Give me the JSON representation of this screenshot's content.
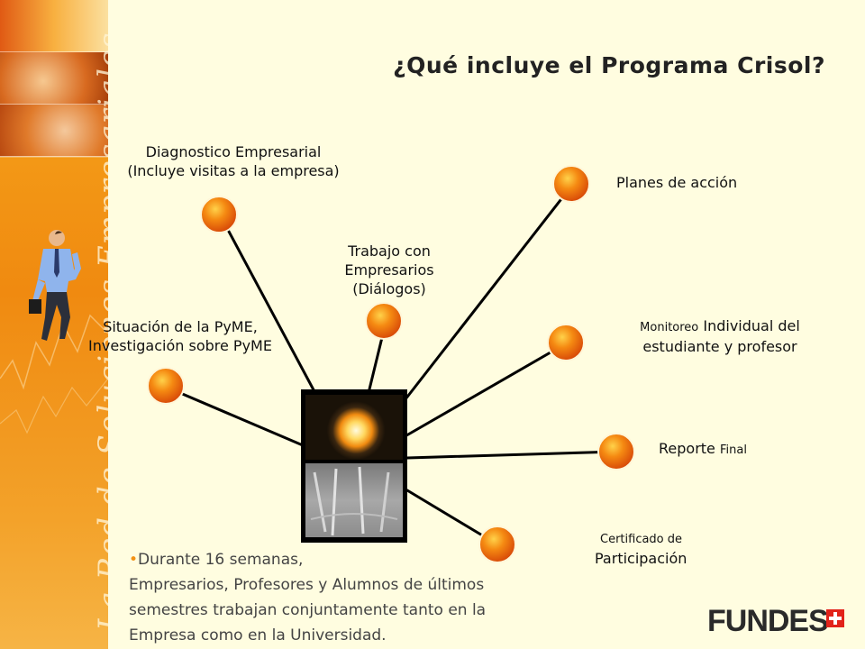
{
  "sidebar": {
    "vertical_text": "La Red de Soluciones Empresariales"
  },
  "title": "¿Qué incluye el Programa Crisol?",
  "nodes": [
    {
      "id": "diagnostico",
      "lines": [
        "Diagnostico Empresarial",
        "(Incluye visitas a la empresa)"
      ]
    },
    {
      "id": "trabajo",
      "lines": [
        "Trabajo con",
        "Empresarios",
        "(Diálogos)"
      ]
    },
    {
      "id": "situacion",
      "lines": [
        "Situación de la PyME,",
        "Investigación sobre PyME"
      ]
    },
    {
      "id": "planes",
      "lines": [
        "Planes de acción"
      ]
    },
    {
      "id": "monitoreo",
      "lines": [
        "Monitoreo",
        "Individual del",
        "estudiante y profesor"
      ]
    },
    {
      "id": "reporte",
      "lines": [
        "Reporte",
        "Final"
      ]
    },
    {
      "id": "certificado",
      "lines": [
        "Certificado de",
        "Participación"
      ]
    }
  ],
  "bottom_text": {
    "bullet": "•",
    "line1": "Durante 16 semanas,",
    "line2": "Empresarios, Profesores y Alumnos de últimos",
    "line3": "semestres trabajan conjuntamente tanto en la",
    "line4": "Empresa como en la Universidad."
  },
  "logo": {
    "text": "FUNDES",
    "mark": "swiss-cross-icon"
  },
  "colors": {
    "background": "#fffde0",
    "sidebar": "#f39214",
    "node": "#f07a10",
    "line": "#000000",
    "logo_red": "#e2231a"
  }
}
